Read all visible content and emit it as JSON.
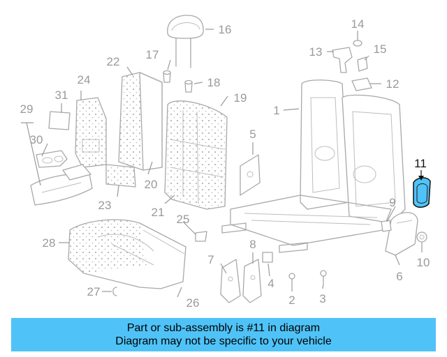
{
  "diagram": {
    "callouts": [
      "1",
      "2",
      "3",
      "4",
      "5",
      "6",
      "7",
      "8",
      "9",
      "10",
      "11",
      "12",
      "13",
      "14",
      "15",
      "16",
      "17",
      "18",
      "19",
      "20",
      "21",
      "22",
      "23",
      "24",
      "25",
      "26",
      "27",
      "28",
      "29",
      "30",
      "31"
    ],
    "highlighted_callout": "11",
    "colors": {
      "highlight_part": "#4fc3f7",
      "highlight_outline": "#1a1a1a",
      "line_art": "#a8a8a8",
      "callout_text": "#9a9a9a"
    }
  },
  "banner": {
    "line1": "Part or sub-assembly is #11 in diagram",
    "line2": "Diagram may not be specific to your vehicle",
    "background": "#4fc3f7"
  }
}
